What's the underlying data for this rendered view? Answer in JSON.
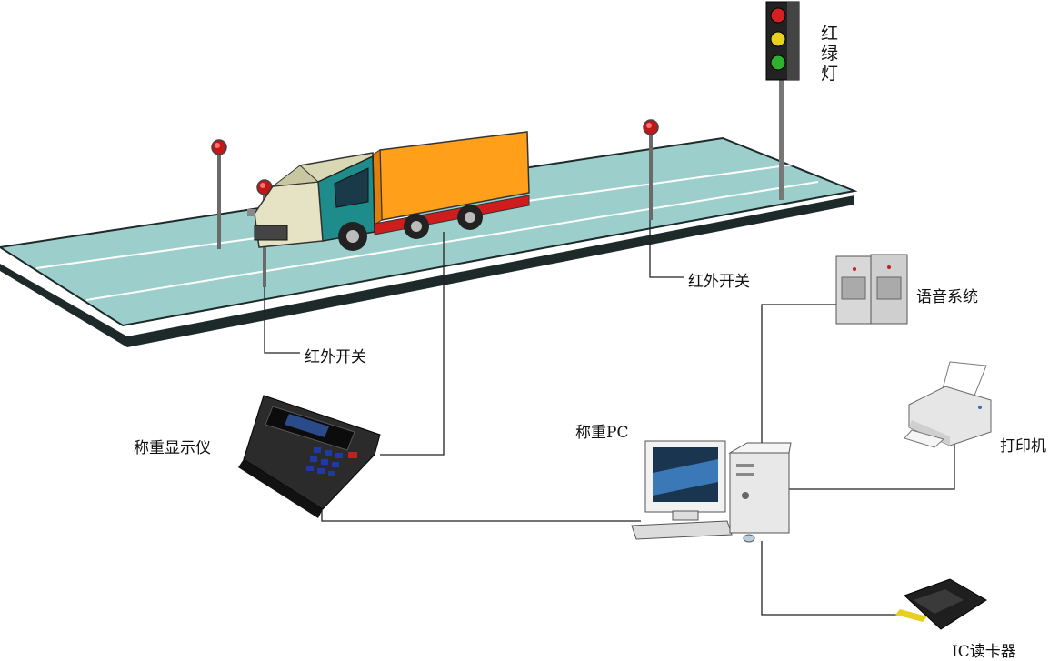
{
  "labels": {
    "traffic_light": "红绿灯",
    "ir_switch_right": "红外开关",
    "ir_switch_left": "红外开关",
    "voice_system": "语音系统",
    "weighing_display": "称重显示仪",
    "weighing_pc": "称重PC",
    "printer": "打印机",
    "ic_reader": "IC读卡器"
  },
  "colors": {
    "road": "#9ccfcc",
    "road_edge": "#1e2a2a",
    "truck_box": "#ff9f1a",
    "truck_cab": "#1f8c8c",
    "signal_red": "#d42020",
    "signal_yellow": "#e8d020",
    "signal_green": "#30b030",
    "wire": "#222222"
  }
}
